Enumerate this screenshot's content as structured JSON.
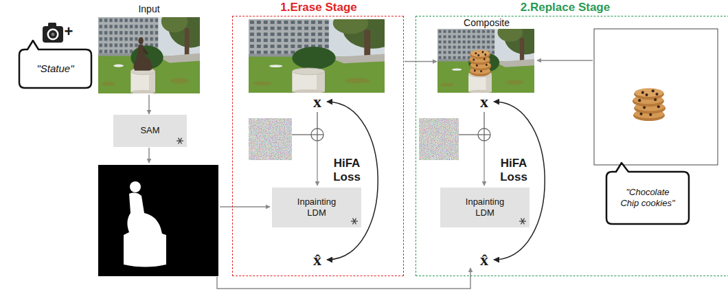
{
  "diagram": {
    "nodes": [
      {
        "text": [
          "Input"
        ]
      },
      {
        "text": [
          "\"Statue\""
        ]
      },
      {
        "text": [
          "SAM"
        ]
      },
      {
        "text": [
          "1.Erase Stage"
        ]
      },
      {
        "text": [
          "Inpainting LDM"
        ],
        "in": 3
      },
      {
        "text": [
          "2.Replace Stage"
        ]
      },
      {
        "text": [
          "Composite"
        ],
        "in": 5
      },
      {
        "text": [
          "Inpainting LDM"
        ],
        "in": 5
      },
      {
        "text": [
          "\"Chocolate Chip cookies\""
        ]
      }
    ],
    "edges": [
      {
        "from": 0,
        "to": 2,
        "arrow": "to"
      },
      {
        "from": 3,
        "to": 6,
        "arrow": "to"
      }
    ],
    "labels": [
      "+",
      "x",
      "HiFA Loss",
      "x̂",
      "x",
      "HiFA Loss",
      "x̂"
    ]
  }
}
